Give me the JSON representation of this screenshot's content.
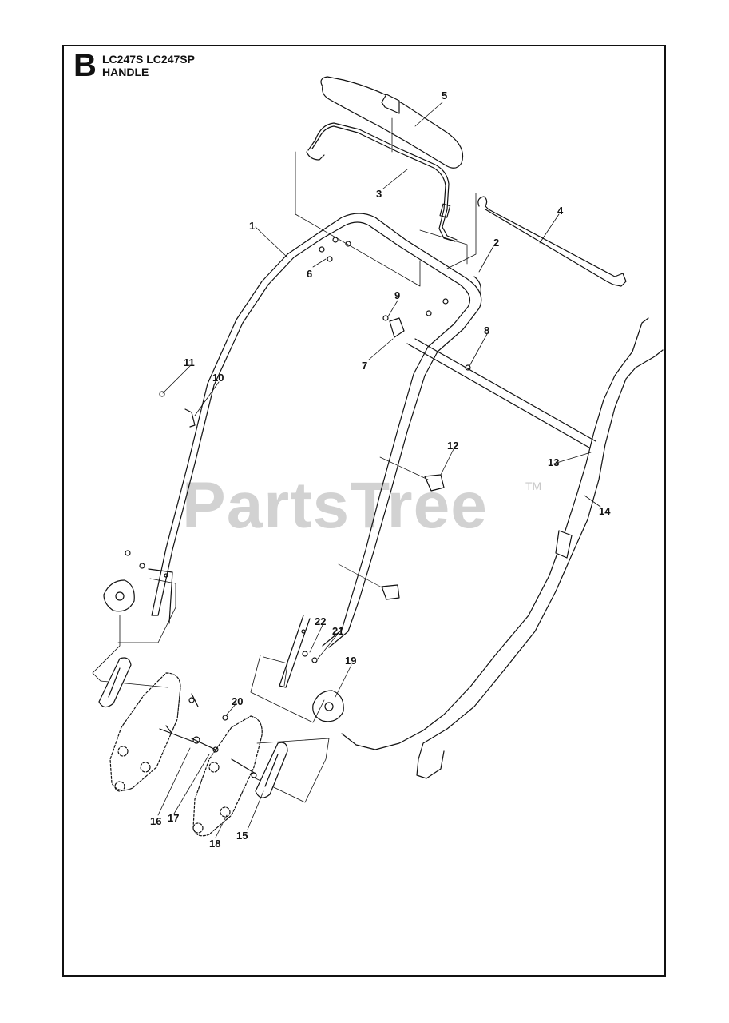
{
  "header": {
    "section_letter": "B",
    "model": "LC247S LC247SP",
    "title": "HANDLE"
  },
  "watermark": {
    "text": "PartsTree",
    "trademark": "TM"
  },
  "callouts": [
    "1",
    "2",
    "3",
    "4",
    "5",
    "6",
    "7",
    "8",
    "9",
    "10",
    "11",
    "12",
    "13",
    "14",
    "15",
    "16",
    "17",
    "18",
    "19",
    "20",
    "21",
    "22"
  ],
  "colors": {
    "line": "#111111",
    "watermark": "#d2d2d2",
    "background": "#ffffff"
  }
}
